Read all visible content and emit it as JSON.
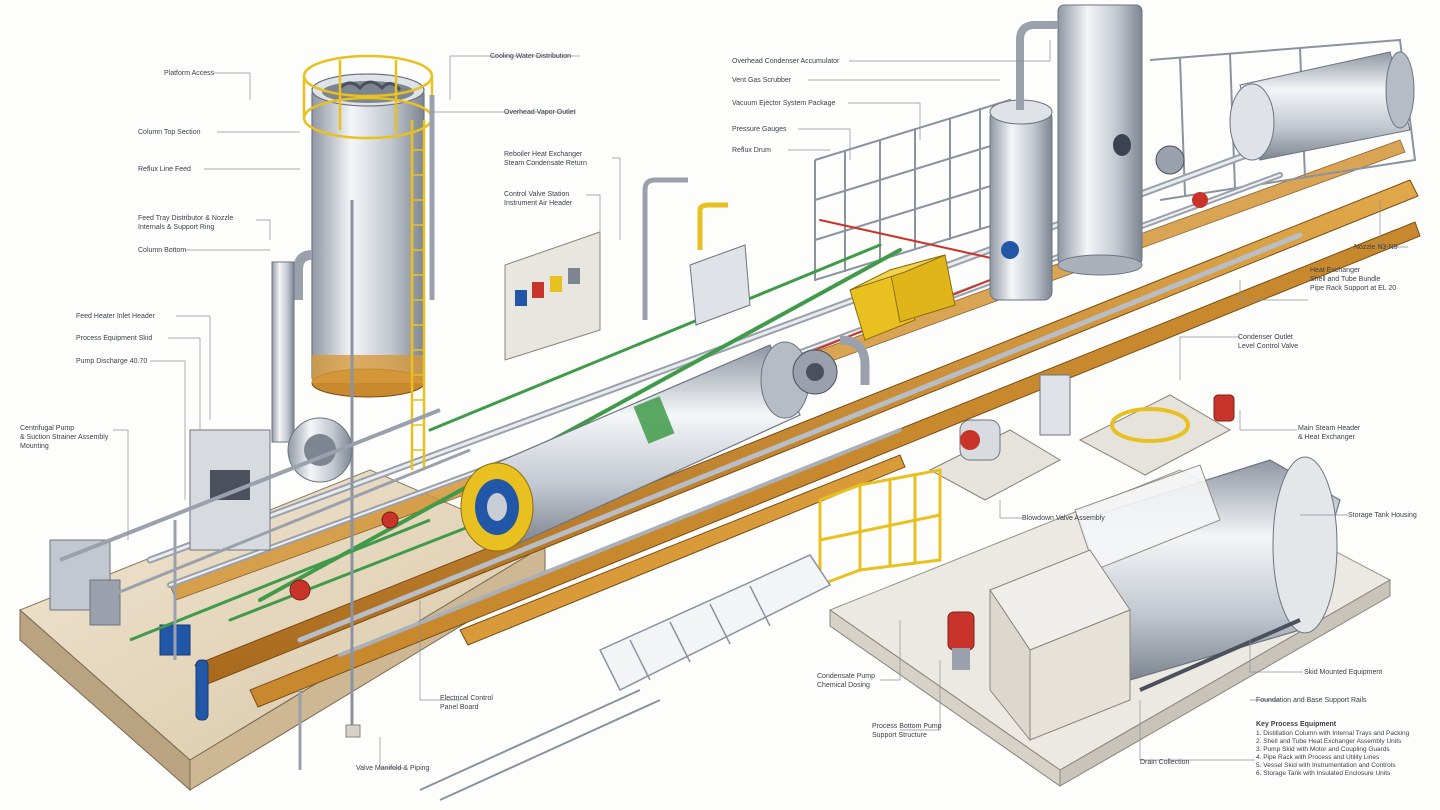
{
  "palette": {
    "steel": "#c9ced6",
    "steel_dark": "#7d8591",
    "yellow": "#e8c020",
    "orange_beam": "#c8892e",
    "green_pipe": "#3f9a4a",
    "blue_flange": "#2257a8",
    "red_valve": "#c9342a",
    "ink": "#3a3f4a"
  },
  "callouts": {
    "l1": [
      "Platform Access"
    ],
    "l2": [
      "Column Top Section"
    ],
    "l3": [
      "Reflux Line Feed"
    ],
    "l4": [
      "Feed Tray Distributor & Nozzle",
      "Internals & Support Ring"
    ],
    "l5": [
      "Column Bottom"
    ],
    "l6": [
      "Feed Heater Inlet Header"
    ],
    "l7": [
      "Process Equipment Skid"
    ],
    "l8": [
      "Pump Discharge 40.70"
    ],
    "l9": [
      "Centrifugal Pump",
      "& Suction Strainer Assembly",
      "Mounting"
    ],
    "c1": [
      "Cooling Water Distribution"
    ],
    "c2": [
      "Overhead Vapor Outlet"
    ],
    "c3": [
      "Reboiler Heat Exchanger",
      "Steam Condensate Return"
    ],
    "c4": [
      "Control Valve Station",
      "Instrument Air Header"
    ],
    "c5": [
      "Process Bottom Pump"
    ],
    "c6": [
      "Support Structure"
    ],
    "c7": [
      "Drain Collection"
    ],
    "r1": [
      "Overhead Condenser Accumulator"
    ],
    "r2": [
      "Vent Gas Scrubber"
    ],
    "r3": [
      "Vacuum Ejector System Package"
    ],
    "r4": [
      "Pressure Gauges"
    ],
    "r5": [
      "Reflux Drum"
    ],
    "r6": [
      "Nozzle N3-N5"
    ],
    "r7": [
      "Heat Exchanger",
      "Shell and Tube Bundle",
      "Pipe Rack Support at EL 20"
    ],
    "r8": [
      "Condenser Outlet",
      "Level Control Valve"
    ],
    "r9": [
      "Main Steam Header",
      "& Heat Exchanger"
    ],
    "r10": [
      "Blowdown Valve Assembly"
    ],
    "r11": [
      "Storage Tank Housing"
    ],
    "r12": [
      "Skid Mounted Equipment"
    ],
    "r13": [
      "Foundation and Base Support Rails"
    ],
    "b1": [
      "Electrical Control",
      "Panel Board"
    ],
    "b2": [
      "Valve Manifold & Piping"
    ],
    "b3": [
      "Condensate Pump",
      "Chemical Dosing"
    ]
  },
  "notes": {
    "heading": "Key Process Equipment",
    "lines": [
      "1. Distillation Column with Internal Trays and Packing",
      "2. Shell and Tube Heat Exchanger Assembly Units",
      "3. Pump Skid with Motor and Coupling Guards",
      "4. Pipe Rack with Process and Utility Lines",
      "5. Vessel Skid with Instrumentation and Controls",
      "6. Storage Tank with Insulated Enclosure Units"
    ]
  }
}
